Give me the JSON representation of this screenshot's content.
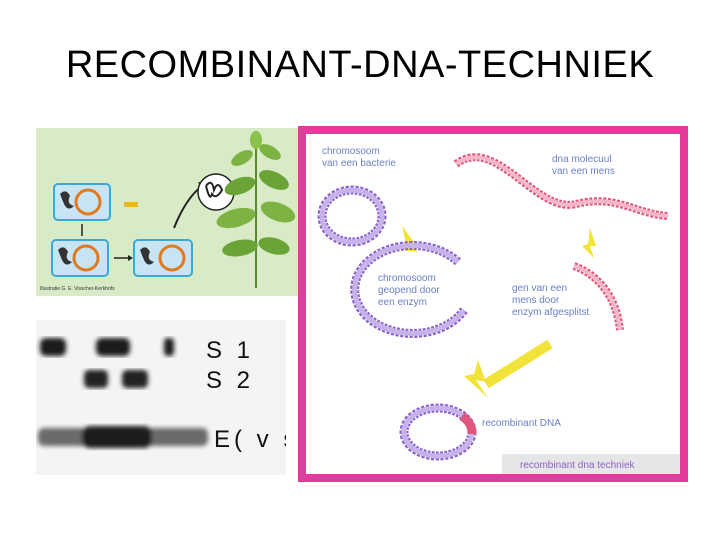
{
  "slide": {
    "title": "RECOMBINANT-DNA-TECHNIEK"
  },
  "plant_figure": {
    "credit": "Illustratie G. E. Visscher-Kerkhofs"
  },
  "gel": {
    "rows": [
      "S 1",
      "S 2",
      "E( v s"
    ]
  },
  "dna_diagram": {
    "label_chromosome_bacteria": [
      "chromosoom",
      "van een bacterie"
    ],
    "label_dna_human": [
      "dna molecuul",
      "van een mens"
    ],
    "label_opened": [
      "chromosoom",
      "geopend door",
      "een enzym"
    ],
    "label_gene_split": [
      "gen van een",
      "mens door",
      "enzym afgesplitst"
    ],
    "label_recombinant": "recombinant DNA",
    "caption": "recombinant dna techniek",
    "colors": {
      "frame": "#e43a9c",
      "bacteria": "#8a63c9",
      "human": "#e0577e",
      "arrow": "#f2e33a",
      "text": "#6b7fc4"
    }
  }
}
